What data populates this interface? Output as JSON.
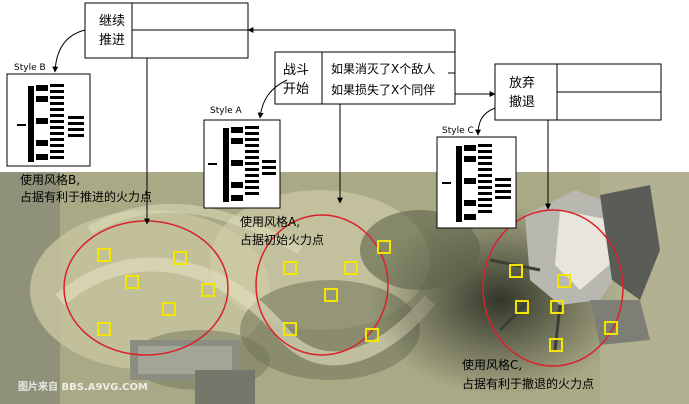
{
  "diagram": {
    "boxes": {
      "advance": "继续\n推进",
      "battle_start": "战斗\n开始",
      "conditions": [
        "如果消灭了X个敌人",
        "如果损失了X个同伴"
      ],
      "retreat": "放弃\n撤退"
    },
    "style_labels": {
      "b": "Style B",
      "a": "Style A",
      "c": "Style C"
    },
    "captions": {
      "b": [
        "使用风格B,",
        "占据有利于推进的火力点"
      ],
      "a": [
        "使用风格A,",
        "占据初始火力点"
      ],
      "c": [
        "使用风格C,",
        "占据有利于撤退的火力点"
      ]
    },
    "watermark": "图片来自 BBS.A9VG.COM",
    "colors": {
      "circle": "#d9222a",
      "firepoint": "#f2e600",
      "terrain_light": "#c9c7a0",
      "terrain_dark": "#4f5540"
    }
  }
}
